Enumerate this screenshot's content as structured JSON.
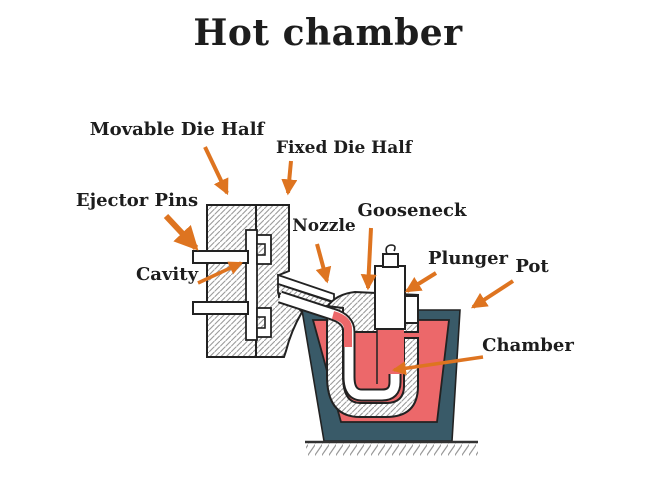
{
  "title": "Hot chamber",
  "labels": [
    {
      "id": "movable-die-half",
      "text": "Movable Die Half"
    },
    {
      "id": "fixed-die-half",
      "text": "Fixed Die Half"
    },
    {
      "id": "ejector-pins",
      "text": "Ejector Pins"
    },
    {
      "id": "cavity",
      "text": "Cavity"
    },
    {
      "id": "nozzle",
      "text": "Nozzle"
    },
    {
      "id": "gooseneck",
      "text": "Gooseneck"
    },
    {
      "id": "plunger",
      "text": "Plunger"
    },
    {
      "id": "pot",
      "text": "Pot"
    },
    {
      "id": "chamber",
      "text": "Chamber"
    }
  ],
  "colors": {
    "molten_metal": "#EC686A",
    "pot_body": "#395A68",
    "arrow": "#DE7420",
    "outline": "#222222",
    "text": "#1D1D1D",
    "hatch_line": "#9B9B9B"
  }
}
